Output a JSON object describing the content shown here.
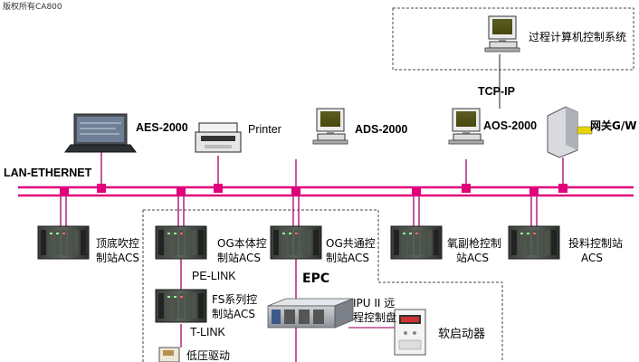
{
  "copyright": "版权所有CA800",
  "network": {
    "lan_label": "LAN-ETHERNET",
    "tcp_label": "TCP-IP",
    "pe_link": "PE-LINK",
    "t_link": "T-LINK"
  },
  "nodes": {
    "process_computer": "过程计算机控制系统",
    "aes": "AES-2000",
    "printer": "Printer",
    "ads": "ADS-2000",
    "aos": "AOS-2000",
    "gateway": "网关G/W",
    "top_blow": [
      "顶底吹控",
      "制站ACS"
    ],
    "og_main": [
      "OG本体控",
      "制站ACS"
    ],
    "og_common": [
      "OG共通控",
      "制站ACS"
    ],
    "oxygen_lance": [
      "氧副枪控制",
      "站ACS"
    ],
    "feeding": [
      "投料控制站",
      "ACS"
    ],
    "fs_series": [
      "FS系列控",
      "制站ACS"
    ],
    "epc": "EPC",
    "ipu": [
      "IPU II 远",
      "程控制盘"
    ],
    "soft_starter": "软启动器",
    "low_voltage": "低压驱动"
  },
  "colors": {
    "lan": "#e0007a",
    "node": "#e0007a",
    "cable": "#b0237c",
    "dashed": "#444444"
  }
}
